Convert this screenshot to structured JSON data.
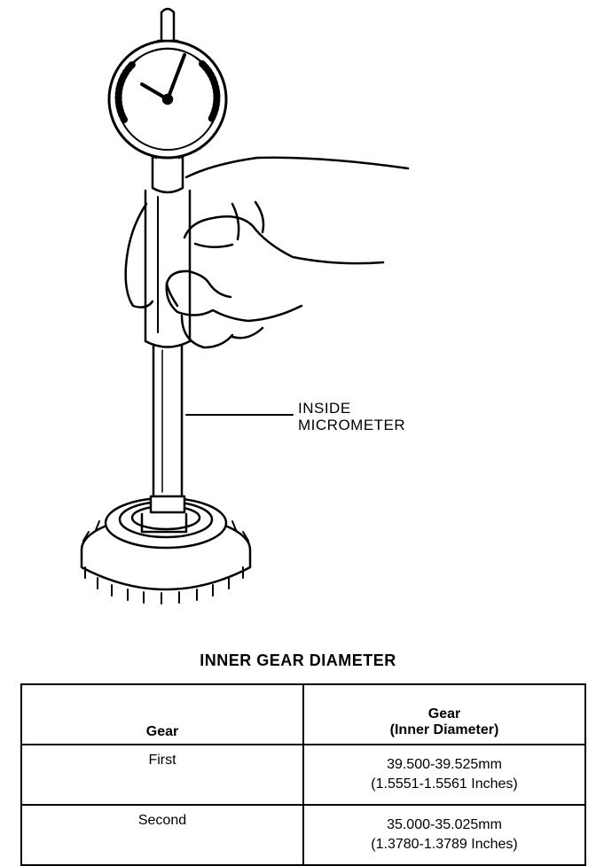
{
  "illustration": {
    "callout": {
      "line1": "INSIDE",
      "line2": "MICROMETER"
    }
  },
  "table": {
    "title": "INNER GEAR DIAMETER",
    "headers": {
      "gear": "Gear",
      "diameter_line1": "Gear",
      "diameter_line2": "(Inner Diameter)"
    },
    "rows": [
      {
        "gear": "First",
        "mm": "39.500-39.525mm",
        "inches": "(1.5551-1.5561 Inches)"
      },
      {
        "gear": "Second",
        "mm": "35.000-35.025mm",
        "inches": "(1.3780-1.3789 Inches)"
      }
    ]
  }
}
